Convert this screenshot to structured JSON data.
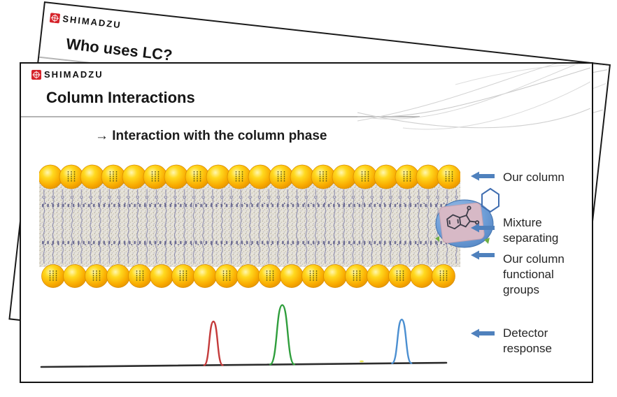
{
  "back_slide": {
    "logo_text": "SHIMADZU",
    "title": "Who uses LC?"
  },
  "front_slide": {
    "logo_text": "SHIMADZU",
    "title": "Column Interactions",
    "subtitle": "→  Interaction with the column phase",
    "annotations": [
      {
        "label": "Our column"
      },
      {
        "label": "Mixture separating"
      },
      {
        "label": "Our column functional groups"
      },
      {
        "label": "Detector response"
      }
    ],
    "colors": {
      "annotation_arrow": "#4f81bd",
      "sphere_gold": "#f8ab00",
      "chain_purple": "#6e6e9e",
      "logo_red": "#d5232a"
    }
  },
  "chart_data": {
    "type": "line",
    "title": "Detector response",
    "axes_shown": false,
    "baseline": true,
    "peaks": [
      {
        "order": 1,
        "color": "#c43b3b",
        "center_frac": 0.425,
        "height_frac": 0.735,
        "half_width_frac": 0.023
      },
      {
        "order": 2,
        "color": "#2f9e3c",
        "center_frac": 0.595,
        "height_frac": 1.0,
        "half_width_frac": 0.03
      },
      {
        "order": 3,
        "color": "#4b8fd1",
        "center_frac": 0.89,
        "height_frac": 0.735,
        "half_width_frac": 0.024
      }
    ]
  }
}
